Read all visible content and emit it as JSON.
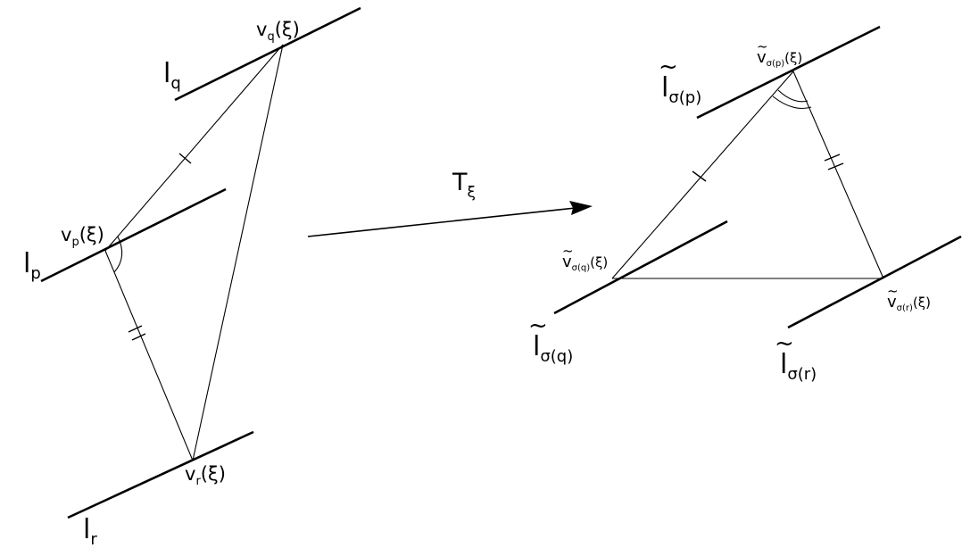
{
  "left_figure": {
    "line_q_label": "l",
    "line_q_sub": "q",
    "line_p_label": "l",
    "line_p_sub": "p",
    "line_r_label": "l",
    "line_r_sub": "r",
    "vertex_q": {
      "base": "v",
      "sub": "q",
      "arg": "(ξ)"
    },
    "vertex_p": {
      "base": "v",
      "sub": "p",
      "arg": "(ξ)"
    },
    "vertex_r": {
      "base": "v",
      "sub": "r",
      "arg": "(ξ)"
    }
  },
  "map": {
    "label": "T",
    "sub": "ξ"
  },
  "right_figure": {
    "line_sp_label": "l",
    "line_sp_sub": "σ(p)",
    "line_sq_label": "l",
    "line_sq_sub": "σ(q)",
    "line_sr_label": "l",
    "line_sr_sub": "σ(r)",
    "vertex_sp": {
      "base": "v",
      "sub": "σ(p)",
      "arg": "(ξ)"
    },
    "vertex_sq": {
      "base": "v",
      "sub": "σ(q)",
      "arg": "(ξ)"
    },
    "vertex_sr": {
      "base": "v",
      "sub": "σ(r)",
      "arg": "(ξ)"
    }
  }
}
